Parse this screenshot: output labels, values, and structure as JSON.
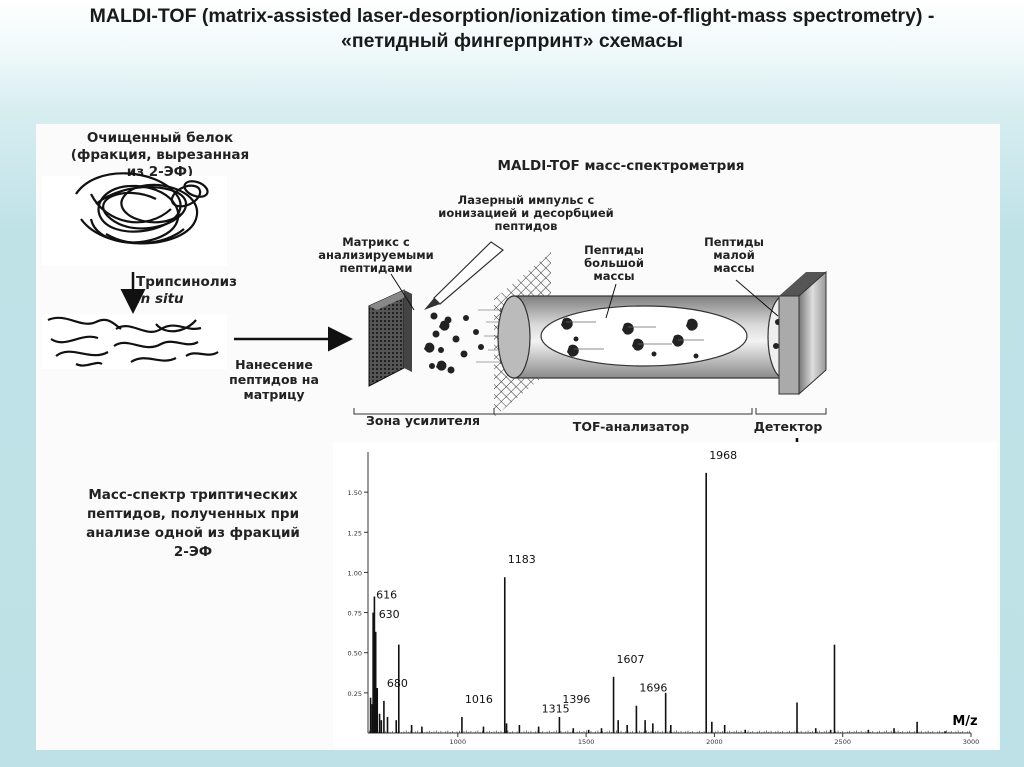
{
  "title": {
    "line1": "MALDI-TOF (matrix-assisted laser-desorption/ionization time-of-flight-mass spectrometry) -",
    "line2": "«петидный фингерпринт» схемасы"
  },
  "diagram": {
    "protein_label": [
      "Очищенный белок",
      "(фракция, вырезанная",
      "из 2-ЭФ)"
    ],
    "trypsinolysis_label": [
      "Трипсинолиз",
      "in situ"
    ],
    "application_label": [
      "Нанесение",
      "пептидов на",
      "матрицу"
    ],
    "maldi_heading": "MALDI-TOF масс-спектрометрия",
    "laser_label": [
      "Лазерный импульс с",
      "ионизацией и десорбцией",
      "пептидов"
    ],
    "matrix_label": [
      "Матрикс с",
      "анализируемыми",
      "пептидами"
    ],
    "heavy_peptides_label": [
      "Пептиды",
      "большой",
      "массы"
    ],
    "light_peptides_label": [
      "Пептиды",
      "малой",
      "массы"
    ],
    "zone_amplifier": "Зона усилителя",
    "zone_tof": "TOF-анализатор",
    "zone_detector": "Детектор",
    "spectrum_caption": [
      "Масс-спектр триптических",
      "пептидов, полученных при",
      "анализе одной из фракций",
      "2-ЭФ"
    ]
  },
  "chart_data": {
    "type": "bar",
    "title": "",
    "xlabel": "M/z",
    "ylabel": "",
    "xlim": [
      650,
      3000
    ],
    "ylim": [
      0,
      1.75
    ],
    "x_ticks": [
      1000,
      1500,
      2000,
      2500,
      3000
    ],
    "y_ticks": [
      0.25,
      0.5,
      0.75,
      1.0,
      1.25,
      1.5
    ],
    "peaks": [
      {
        "x": 660,
        "y": 0.22
      },
      {
        "x": 666,
        "y": 0.18
      },
      {
        "x": 670,
        "y": 0.75,
        "label": "616"
      },
      {
        "x": 675,
        "y": 0.85
      },
      {
        "x": 680,
        "y": 0.63,
        "label": "630"
      },
      {
        "x": 686,
        "y": 0.28
      },
      {
        "x": 695,
        "y": 0.12
      },
      {
        "x": 702,
        "y": 0.08
      },
      {
        "x": 712,
        "y": 0.2,
        "label": "680"
      },
      {
        "x": 726,
        "y": 0.1
      },
      {
        "x": 760,
        "y": 0.08
      },
      {
        "x": 770,
        "y": 0.55
      },
      {
        "x": 820,
        "y": 0.05
      },
      {
        "x": 860,
        "y": 0.04
      },
      {
        "x": 1016,
        "y": 0.1,
        "label": "1016"
      },
      {
        "x": 1100,
        "y": 0.04
      },
      {
        "x": 1183,
        "y": 0.97,
        "label": "1183"
      },
      {
        "x": 1190,
        "y": 0.06
      },
      {
        "x": 1240,
        "y": 0.05
      },
      {
        "x": 1315,
        "y": 0.04,
        "label": "1315"
      },
      {
        "x": 1396,
        "y": 0.1,
        "label": "1396"
      },
      {
        "x": 1450,
        "y": 0.03
      },
      {
        "x": 1510,
        "y": 0.02
      },
      {
        "x": 1560,
        "y": 0.03
      },
      {
        "x": 1607,
        "y": 0.35,
        "label": "1607"
      },
      {
        "x": 1625,
        "y": 0.08
      },
      {
        "x": 1660,
        "y": 0.05
      },
      {
        "x": 1696,
        "y": 0.17,
        "label": "1696"
      },
      {
        "x": 1730,
        "y": 0.08
      },
      {
        "x": 1760,
        "y": 0.06
      },
      {
        "x": 1810,
        "y": 0.25
      },
      {
        "x": 1830,
        "y": 0.05
      },
      {
        "x": 1968,
        "y": 1.62,
        "label": "1968"
      },
      {
        "x": 1990,
        "y": 0.07
      },
      {
        "x": 2040,
        "y": 0.05
      },
      {
        "x": 2120,
        "y": 0.02
      },
      {
        "x": 2322,
        "y": 0.19
      },
      {
        "x": 2395,
        "y": 0.03
      },
      {
        "x": 2453,
        "y": 0.02
      },
      {
        "x": 2468,
        "y": 0.55
      },
      {
        "x": 2600,
        "y": 0.02
      },
      {
        "x": 2700,
        "y": 0.03
      },
      {
        "x": 2790,
        "y": 0.07
      },
      {
        "x": 2900,
        "y": 0.01
      }
    ]
  }
}
